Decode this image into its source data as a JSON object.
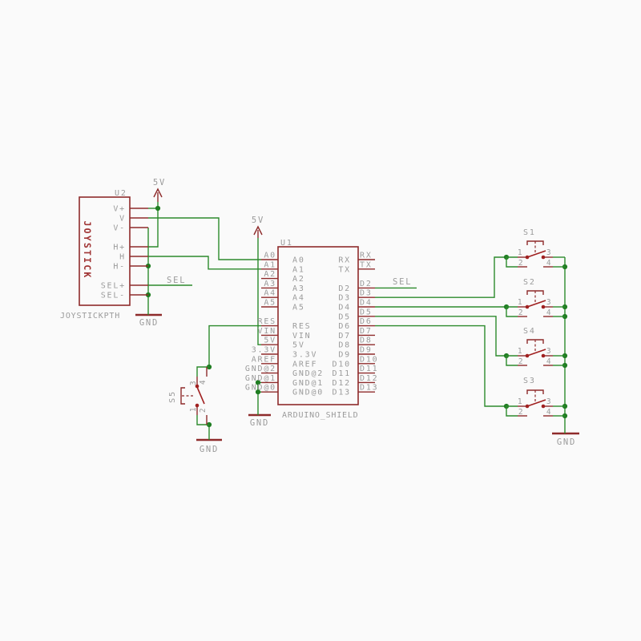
{
  "colors": {
    "background": "#fafafa",
    "component": "#8e2b2b",
    "wire": "#2c8a2c",
    "junction": "#1f7d22",
    "contact": "#a02020",
    "label": "#9b9b9b",
    "symbol_text": "#a03434"
  },
  "joystick": {
    "ref": "U2",
    "symbol_name": "JOYSTICK",
    "value": "JOYSTICKPTH",
    "pins": [
      "V+",
      "V",
      "V-",
      "H+",
      "H",
      "H-",
      "SEL+",
      "SEL-"
    ]
  },
  "shield": {
    "ref": "U1",
    "value": "ARDUINO_SHIELD",
    "left_pins": [
      "A0",
      "A1",
      "A2",
      "A3",
      "A4",
      "A5",
      "",
      "RES",
      "VIN",
      "5V",
      "3.3V",
      "AREF",
      "GND@2",
      "GND@1",
      "GND@0"
    ],
    "right_pins": [
      "RX",
      "TX",
      "",
      "D2",
      "D3",
      "D4",
      "D5",
      "D6",
      "D7",
      "D8",
      "D9",
      "D10",
      "D11",
      "D12",
      "D13"
    ]
  },
  "switches": [
    {
      "ref": "S1",
      "pins": [
        "1",
        "2",
        "3",
        "4"
      ]
    },
    {
      "ref": "S2",
      "pins": [
        "1",
        "2",
        "3",
        "4"
      ]
    },
    {
      "ref": "S4",
      "pins": [
        "1",
        "2",
        "3",
        "4"
      ]
    },
    {
      "ref": "S3",
      "pins": [
        "1",
        "2",
        "3",
        "4"
      ]
    },
    {
      "ref": "S5",
      "pins": [
        "1",
        "2",
        "3",
        "4"
      ]
    }
  ],
  "net_labels": {
    "sel": "SEL"
  },
  "power_labels": {
    "vcc": "5V",
    "gnd": "GND"
  }
}
